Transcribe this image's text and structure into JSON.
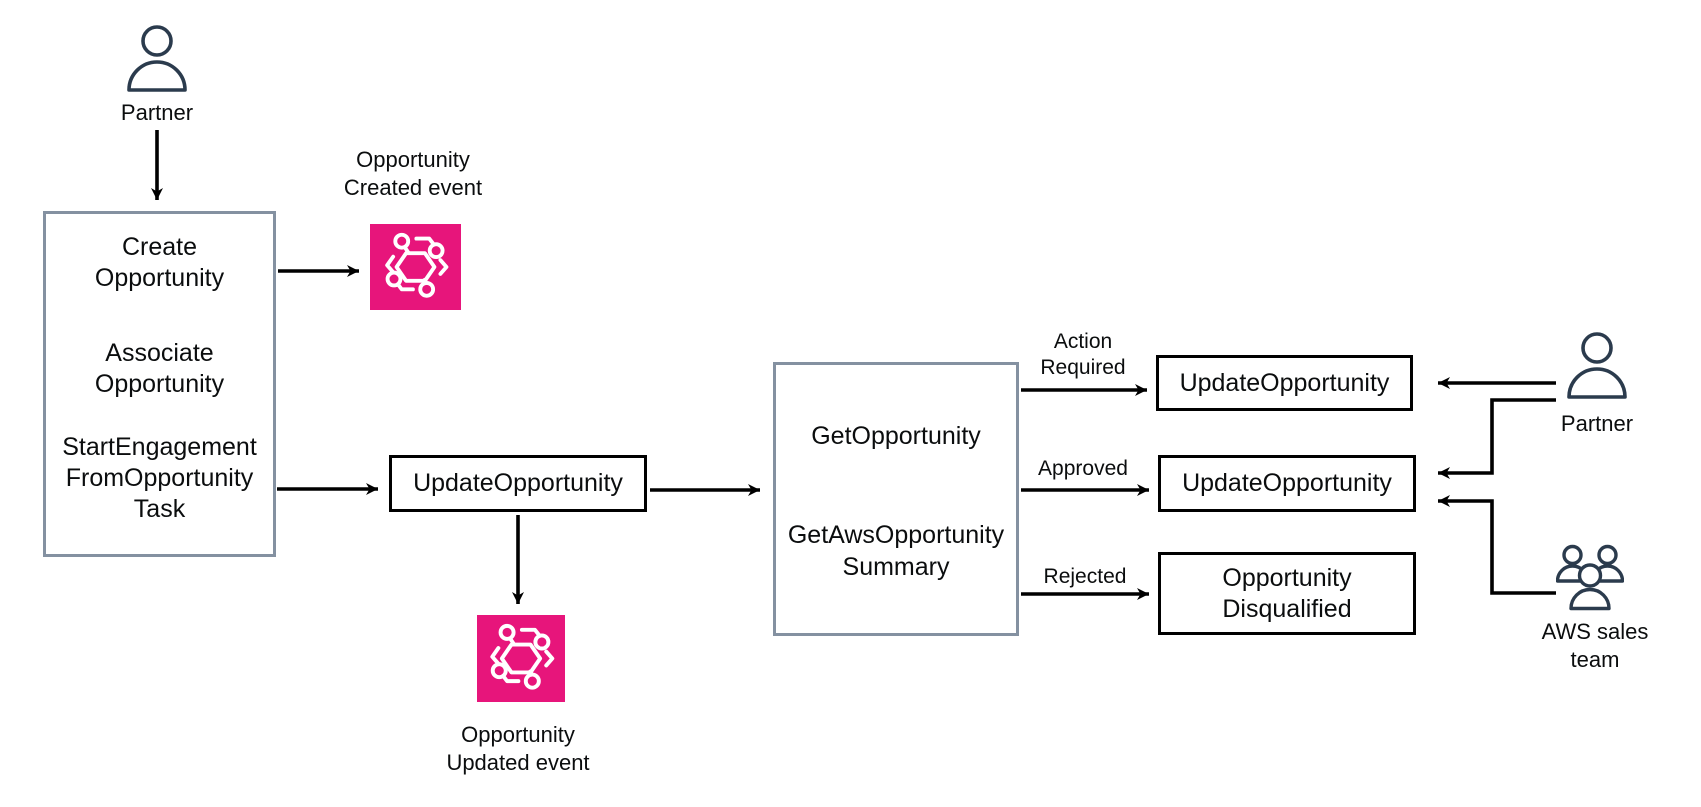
{
  "colors": {
    "event_pink": "#E7157B",
    "person_navy": "#2B3B4D",
    "group_box_border": "#8491A1",
    "arrow_black": "#000000"
  },
  "actors": {
    "partner_left": {
      "label": "Partner"
    },
    "partner_right": {
      "label": "Partner"
    },
    "aws_sales_team": {
      "line1": "AWS sales",
      "line2": "team"
    }
  },
  "api_box": {
    "g1": [
      "Create",
      "Opportunity"
    ],
    "g2": [
      "Associate",
      "Opportunity"
    ],
    "g3": [
      "StartEngagement",
      "FromOpportunity",
      "Task"
    ]
  },
  "events": {
    "created": {
      "line1": "Opportunity",
      "line2": "Created event",
      "icon": "eventbridge-icon"
    },
    "updated": {
      "line1": "Opportunity",
      "line2": "Updated event",
      "icon": "eventbridge-icon"
    }
  },
  "mid_box": {
    "label": "UpdateOpportunity"
  },
  "get_box": {
    "line1": "GetOpportunity",
    "line2": "GetAwsOpportunity",
    "line3": "Summary"
  },
  "edges": {
    "action_required": {
      "line1": "Action",
      "line2": "Required"
    },
    "approved": {
      "label": "Approved"
    },
    "rejected": {
      "label": "Rejected"
    }
  },
  "right_boxes": {
    "update1": {
      "label": "UpdateOpportunity"
    },
    "update2": {
      "label": "UpdateOpportunity"
    },
    "disqualified": {
      "line1": "Opportunity",
      "line2": "Disqualified"
    }
  }
}
